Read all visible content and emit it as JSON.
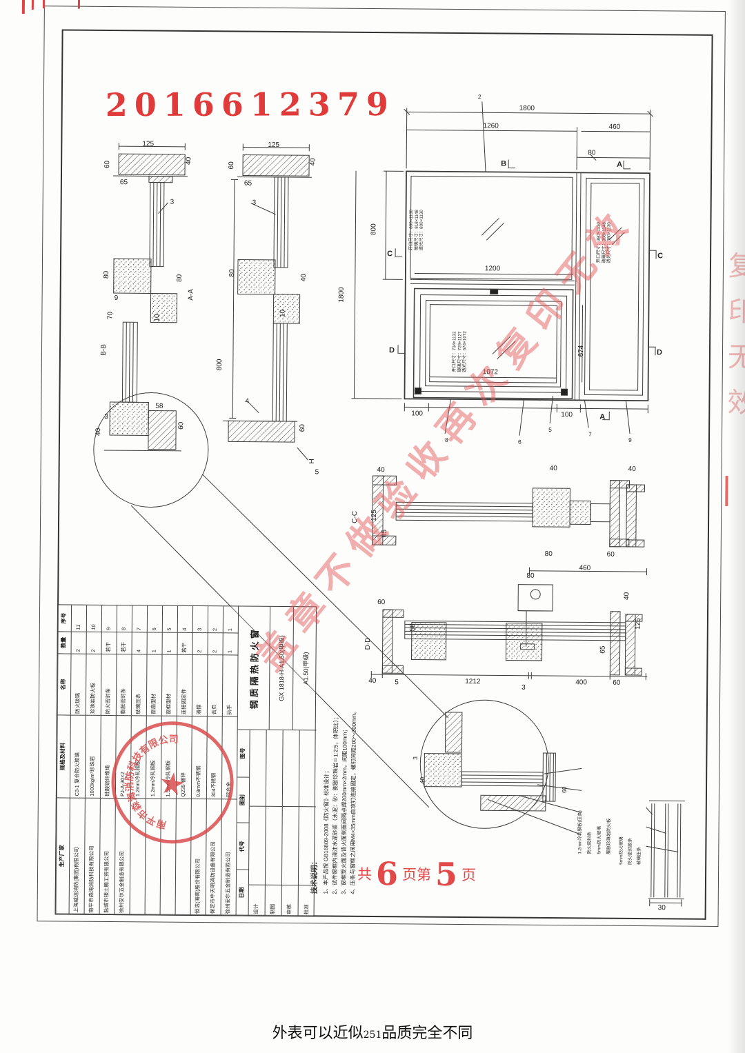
{
  "meta": {
    "serial": "2016612379",
    "watermark": "盖章不做验收再次复印无效",
    "watermark_edge": "复印无效",
    "caption_left": "外表可以近似",
    "caption_num": "251",
    "caption_right": "品质完全不同"
  },
  "pageind": {
    "t1": "共",
    "n1": "6",
    "t2": "页第",
    "n2": "5",
    "t3": "页"
  },
  "stamp": {
    "ring": "南平市森海消防科技有限公司",
    "star": "★"
  },
  "sec_bb": {
    "label": "B-B",
    "dims": [
      "125",
      "40",
      "60",
      "65",
      "3",
      "80",
      "80",
      "9",
      "70",
      "10",
      "58",
      "3",
      "40",
      "60"
    ]
  },
  "sec_aa": {
    "label": "A-A",
    "dims": [
      "125",
      "40",
      "60",
      "65",
      "3",
      "80",
      "40",
      "10",
      "800",
      "4",
      "60",
      "H",
      "5"
    ]
  },
  "elev": {
    "d1800": "1800",
    "d1260": "1260",
    "d460": "460",
    "d80": "80",
    "v800": "800",
    "v1800": "1800",
    "d1200": "1200",
    "v674": "674",
    "d1072": "1072",
    "d100l": "100",
    "d100r": "100",
    "mB": "B",
    "mA": "A",
    "mA2": "A",
    "mCl": "C",
    "mCr": "C",
    "mDl": "D",
    "mDr": "D",
    "l2": "2",
    "l5": "5",
    "l6": "6",
    "l7": "7",
    "l8": "8",
    "l9": "9",
    "pane1": [
      "开口尺寸：800×1130",
      "玻璃尺寸：818×1148",
      "透光尺寸：800×1130"
    ],
    "pane2": [
      "开口尺寸：380×1130",
      "玻璃尺寸：398×1148",
      "透光尺寸：380×1130"
    ],
    "pane3": [
      "开口尺寸：734×1132",
      "玻璃尺寸：729×1127",
      "透光尺寸：674×1072"
    ]
  },
  "cc": {
    "label": "C-C",
    "d40a": "40",
    "d40b": "40",
    "d40c": "40",
    "v125": "125",
    "v65": "65",
    "d80": "80",
    "d60": "60",
    "d460": "460"
  },
  "dd": {
    "label": "D-D",
    "d80": "80",
    "d60": "60",
    "v58": "58",
    "d40": "40",
    "d5": "5",
    "d1212": "1212",
    "d3": "3",
    "d400": "400",
    "d60b": "60",
    "v40": "40",
    "v125": "125",
    "v65": "65"
  },
  "detail": {
    "v3": "3",
    "v40": "40",
    "v60": "60",
    "labels": [
      "1.2mm冷轧钢板(压条)",
      "防火密封条",
      "5mm防火玻璃",
      "膨胀珍珠岩防火板"
    ]
  },
  "glass": {
    "d30": "30",
    "labels": [
      "5mm防火玻璃",
      "防火密封胶条",
      "玻璃压条"
    ]
  },
  "notes": {
    "title": "技术说明：",
    "l1": "1、本产品按 GB16809-2008《防火窗》标准设计；",
    "l2": "2、试件窗框内浇注水泥砂浆（水泥：砂：膨胀珍珠岩＝1:2:5，体积比）；",
    "l3": "3、窗框受火面及背火面侧面间隔点焊200mm×2mm，间距100mm；",
    "l4": "4、压条与窗框之间用M4×35mm自攻钉连接固定，螺钉间距200～300mm。"
  },
  "tb": {
    "product": "钢质隔热防火窗",
    "model": "GX 1818-H-A1.50(甲级)",
    "grade": "A1.50(甲级)",
    "h_vendor": "生产厂家",
    "h_spec": "规格及材料",
    "h_name": "名称",
    "h_qty": "数量",
    "h_no": "序号",
    "date_label": "日期",
    "code_label": "代号",
    "sheet_label": "图别",
    "num_label": "图号",
    "sign": [
      [
        "设计",
        ""
      ],
      [
        "制图",
        ""
      ],
      [
        "审核",
        ""
      ],
      [
        "批准",
        ""
      ]
    ],
    "rows": [
      [
        "上海威远消防(集团)有限公司",
        "C3-1 复合防火玻璃",
        "防火玻璃",
        "2",
        "11"
      ],
      [
        "南平市森海消防科技有限公司",
        "1000kg/m³珍珠岩",
        "珍珠岩防火板",
        "2",
        "10"
      ],
      [
        "盐城市银土腾工贸有限公司",
        "硅酸铝纤维绳",
        "防火密封条",
        "若干",
        "9"
      ],
      [
        "徐州安尔五金制造有限公司",
        "PJ-A-30×2",
        "膨胀密封条",
        "若干",
        "8"
      ],
      [
        "",
        "1.2mm冷轧钢板",
        "玻璃压条",
        "4",
        "7"
      ],
      [
        "",
        "1.2mm冷轧钢板",
        "窗扇型材",
        "1",
        "6"
      ],
      [
        "",
        "1.5mm冷轧钢板",
        "窗框型材",
        "1",
        "5"
      ],
      [
        "",
        "Q235 镀锌",
        "连接固定件",
        "若干",
        "4"
      ],
      [
        "恒洁(海南)股份有限公司",
        "0.8mm不锈钢",
        "滑撑",
        "2",
        "3"
      ],
      [
        "保定市中天明消防设备有限公司",
        "304不锈钢",
        "合页",
        "2",
        "2"
      ],
      [
        "徐州安尔五金制造有限公司",
        "锌合金",
        "执手",
        "1",
        "1"
      ]
    ]
  }
}
